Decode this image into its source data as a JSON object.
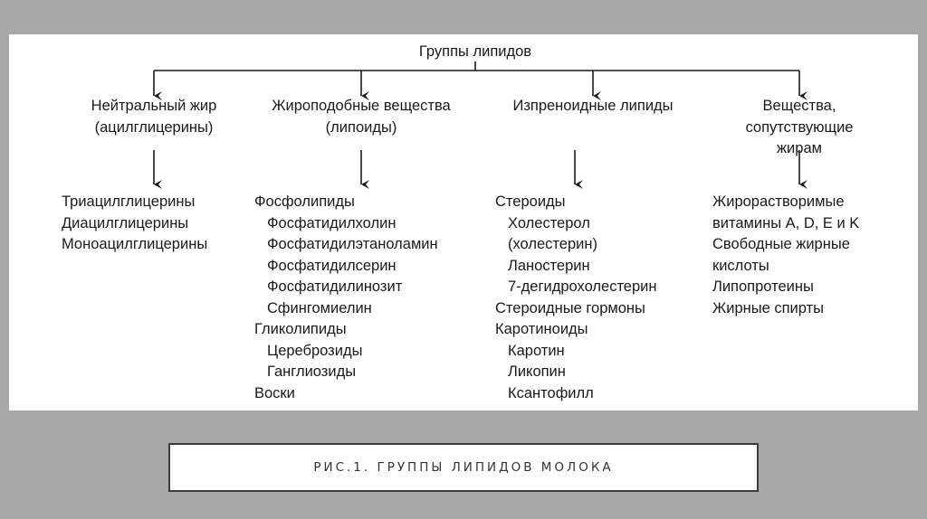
{
  "diagram": {
    "root": "Группы липидов",
    "groups": [
      {
        "title": [
          "Нейтральный жир",
          "(ацилглицерины)"
        ],
        "items": [
          {
            "text": "Триацилглицерины",
            "indent": false
          },
          {
            "text": "Диацилглицерины",
            "indent": false
          },
          {
            "text": "Моноацилглицерины",
            "indent": false
          }
        ]
      },
      {
        "title": [
          "Жироподобные вещества",
          "(липоиды)"
        ],
        "items": [
          {
            "text": "Фосфолипиды",
            "indent": false
          },
          {
            "text": "Фосфатидилхолин",
            "indent": true
          },
          {
            "text": "Фосфатидилэтаноламин",
            "indent": true
          },
          {
            "text": "Фосфатидилсерин",
            "indent": true
          },
          {
            "text": "Фосфатидилинозит",
            "indent": true
          },
          {
            "text": "Сфингомиелин",
            "indent": true
          },
          {
            "text": "Гликолипиды",
            "indent": false
          },
          {
            "text": "Цереброзиды",
            "indent": true
          },
          {
            "text": "Ганглиозиды",
            "indent": true
          },
          {
            "text": "Воски",
            "indent": false
          }
        ]
      },
      {
        "title": [
          "Изпреноидные липиды"
        ],
        "items": [
          {
            "text": "Стероиды",
            "indent": false
          },
          {
            "text": "Холестерол",
            "indent": true
          },
          {
            "text": "(холестерин)",
            "indent": true
          },
          {
            "text": "Ланостерин",
            "indent": true
          },
          {
            "text": "7-дегидрохолестерин",
            "indent": true
          },
          {
            "text": "Стероидные гормоны",
            "indent": false
          },
          {
            "text": "Каротиноиды",
            "indent": false
          },
          {
            "text": "Каротин",
            "indent": true
          },
          {
            "text": "Ликопин",
            "indent": true
          },
          {
            "text": "Ксантофилл",
            "indent": true
          }
        ]
      },
      {
        "title": [
          "Вещества,",
          "сопутствующие",
          "жирам"
        ],
        "items": [
          {
            "text": "Жирорастворимые",
            "indent": false
          },
          {
            "text": "витамины A, D, E и K",
            "indent": false
          },
          {
            "text": "Свободные жирные",
            "indent": false
          },
          {
            "text": "кислоты",
            "indent": false
          },
          {
            "text": "Липопротеины",
            "indent": false
          },
          {
            "text": "Жирные спирты",
            "indent": false
          }
        ]
      }
    ]
  },
  "caption": "РИС.1. ГРУППЫ ЛИПИДОВ МОЛОКА",
  "colors": {
    "background": "#a8a8a8",
    "panel": "#ffffff",
    "ink": "#1a1a1a",
    "caption_border": "#3c3c3c"
  }
}
